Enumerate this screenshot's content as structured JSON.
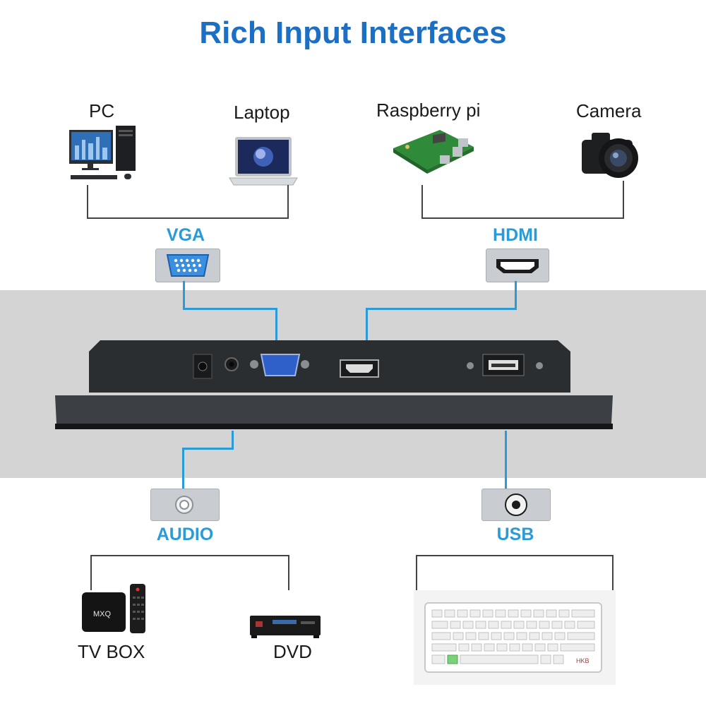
{
  "title": "Rich Input Interfaces",
  "devices": {
    "pc": "PC",
    "laptop": "Laptop",
    "raspberry": "Raspberry pi",
    "camera": "Camera",
    "tvbox": "TV BOX",
    "dvd": "DVD"
  },
  "ports": {
    "vga": "VGA",
    "hdmi": "HDMI",
    "audio": "AUDIO",
    "usb": "USB"
  },
  "colors": {
    "title": "#1b6fc4",
    "port_label": "#2a9bd6",
    "band": "#d4d4d4",
    "monitor": "#2b2e31"
  },
  "icons": [
    "computer-icon",
    "laptop-icon",
    "raspberry-pi-icon",
    "camera-icon",
    "tv-box-icon",
    "dvd-player-icon",
    "keyboard-icon",
    "vga-port-icon",
    "hdmi-port-icon",
    "audio-port-icon",
    "usb-port-icon"
  ]
}
